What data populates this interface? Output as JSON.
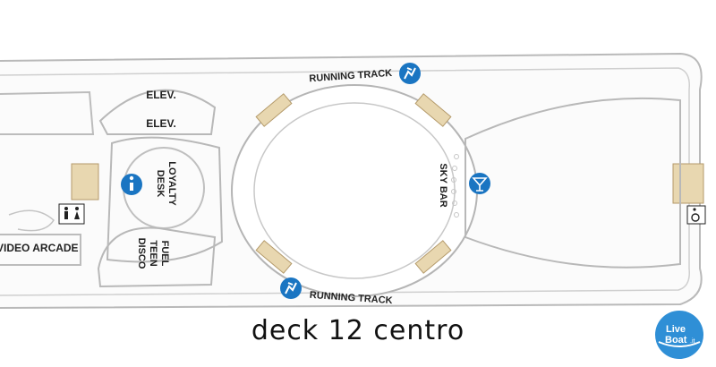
{
  "deck_map": {
    "caption": "deck 12 centro",
    "labels": {
      "elev_upper": "ELEV.",
      "elev_lower": "ELEV.",
      "loyalty_line1": "LOYALTY",
      "loyalty_line2": "DESK",
      "fuel_line1": "FUEL",
      "fuel_line2": "TEEN",
      "fuel_line3": "DISCO",
      "sky_bar": "SKY BAR",
      "video_arcade": "VIDEO ARCADE",
      "running_track_top": "RUNNING TRACK",
      "running_track_bottom": "RUNNING TRACK"
    },
    "icons": {
      "info": "info-icon",
      "restrooms": "restroom-icon",
      "running_top": "running-track-icon",
      "running_bottom": "running-track-icon",
      "bar": "cocktail-icon",
      "accessible": "wheelchair-icon"
    },
    "logo": {
      "line1": "Live",
      "line2": "Boat",
      "suffix": ".it"
    },
    "colors": {
      "accent_blue": "#1a75c2",
      "stairs": "#e8d7b0",
      "outline": "#b5b5b5",
      "text": "#222222"
    }
  }
}
